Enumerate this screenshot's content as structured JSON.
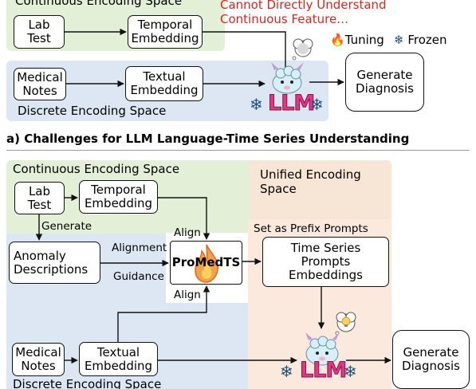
{
  "top": {
    "continuous_title": "Continuous Encoding Space",
    "lab_test": "Lab\nTest",
    "temporal_embedding": "Temporal\nEmbedding",
    "warning": "Cannot Directly Understand\nContinuous Feature…",
    "medical_notes": "Medical\nNotes",
    "textual_embedding": "Textual\nEmbedding",
    "discrete_title": "Discrete Encoding Space",
    "llm_label": "LLM",
    "generate_diagnosis": "Generate\nDiagnosis",
    "legend_tuning": "Tuning",
    "legend_frozen": "Frozen"
  },
  "caption_a": "a) Challenges for LLM Language-Time Series Understanding",
  "bottom": {
    "continuous_title": "Continuous Encoding Space",
    "unified_title": "Unified Encoding\nSpace",
    "lab_test": "Lab\nTest",
    "temporal_embedding": "Temporal\nEmbedding",
    "generate_label": "Generate",
    "anomaly_descriptions": "Anomaly\nDescriptions",
    "alignment_label": "Alignment",
    "guidance_label": "Guidance",
    "align_top": "Align",
    "align_bottom": "Align",
    "promedts": "ProMedTS",
    "prefix_label": "Set as Prefix Prompts",
    "ts_prompts": "Time Series\nPrompts\nEmbeddings",
    "medical_notes": "Medical\nNotes",
    "textual_embedding": "Textual\nEmbedding",
    "discrete_title": "Discrete Encoding Space",
    "llm_label": "LLM",
    "generate_diagnosis": "Generate\nDiagnosis"
  },
  "colors": {
    "continuous_bg": "#e3efd6",
    "discrete_bg": "#dce7f3",
    "unified_bg": "#f7e6d6",
    "warning": "#d9261c",
    "llm_text": "#e8337f",
    "frozen": "#1f4f7a",
    "flame": "#f08a24"
  }
}
